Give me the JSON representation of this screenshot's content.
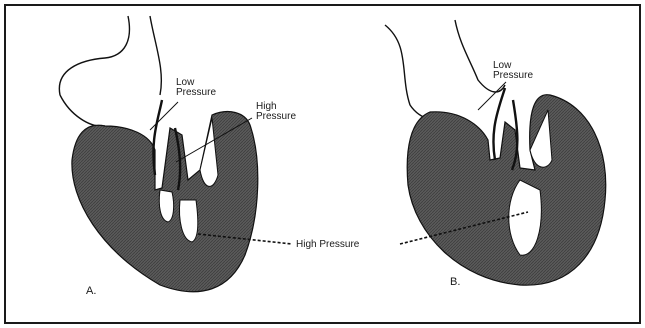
{
  "figure": {
    "colors": {
      "muscle": "#5a5a5a",
      "stroke": "#111111",
      "background": "#ffffff"
    }
  },
  "panel_a": {
    "label": "A.",
    "low_pressure_line1": "Low",
    "low_pressure_line2": "Pressure",
    "high_pressure_line1": "High",
    "high_pressure_line2": "Pressure"
  },
  "panel_b": {
    "label": "B.",
    "low_pressure_line1": "Low",
    "low_pressure_line2": "Pressure"
  },
  "shared": {
    "high_pressure_label": "High Pressure"
  }
}
